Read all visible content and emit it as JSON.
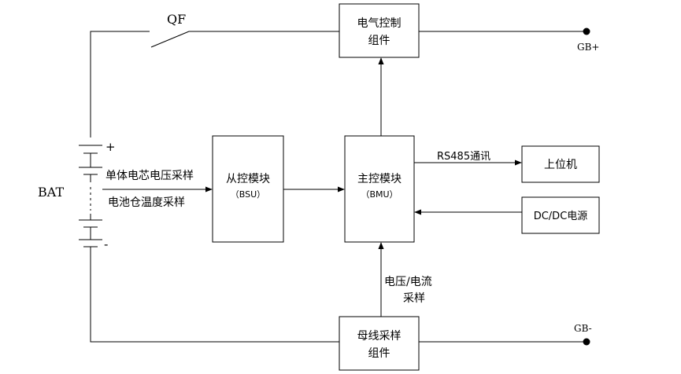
{
  "switch": {
    "label": "QF"
  },
  "battery": {
    "label": "BAT",
    "plus": "+",
    "minus": "-"
  },
  "terminals": {
    "positive": "GB+",
    "negative": "GB-"
  },
  "blocks": {
    "electrical_control": {
      "line1": "电气控制",
      "line2": "组件"
    },
    "bsu": {
      "line1": "从控模块",
      "line2": "（BSU）"
    },
    "bmu": {
      "line1": "主控模块",
      "line2": "（BMU）"
    },
    "host": {
      "label": "上位机"
    },
    "dcdc": {
      "label": "DC/DC电源"
    },
    "bus_sampling": {
      "line1": "母线采样",
      "line2": "组件"
    }
  },
  "signals": {
    "cell_voltage": "单体电芯电压采样",
    "cell_temp": "电池仓温度采样",
    "rs485": "RS485通讯",
    "vi_line1": "电压/电流",
    "vi_line2": "采样"
  }
}
